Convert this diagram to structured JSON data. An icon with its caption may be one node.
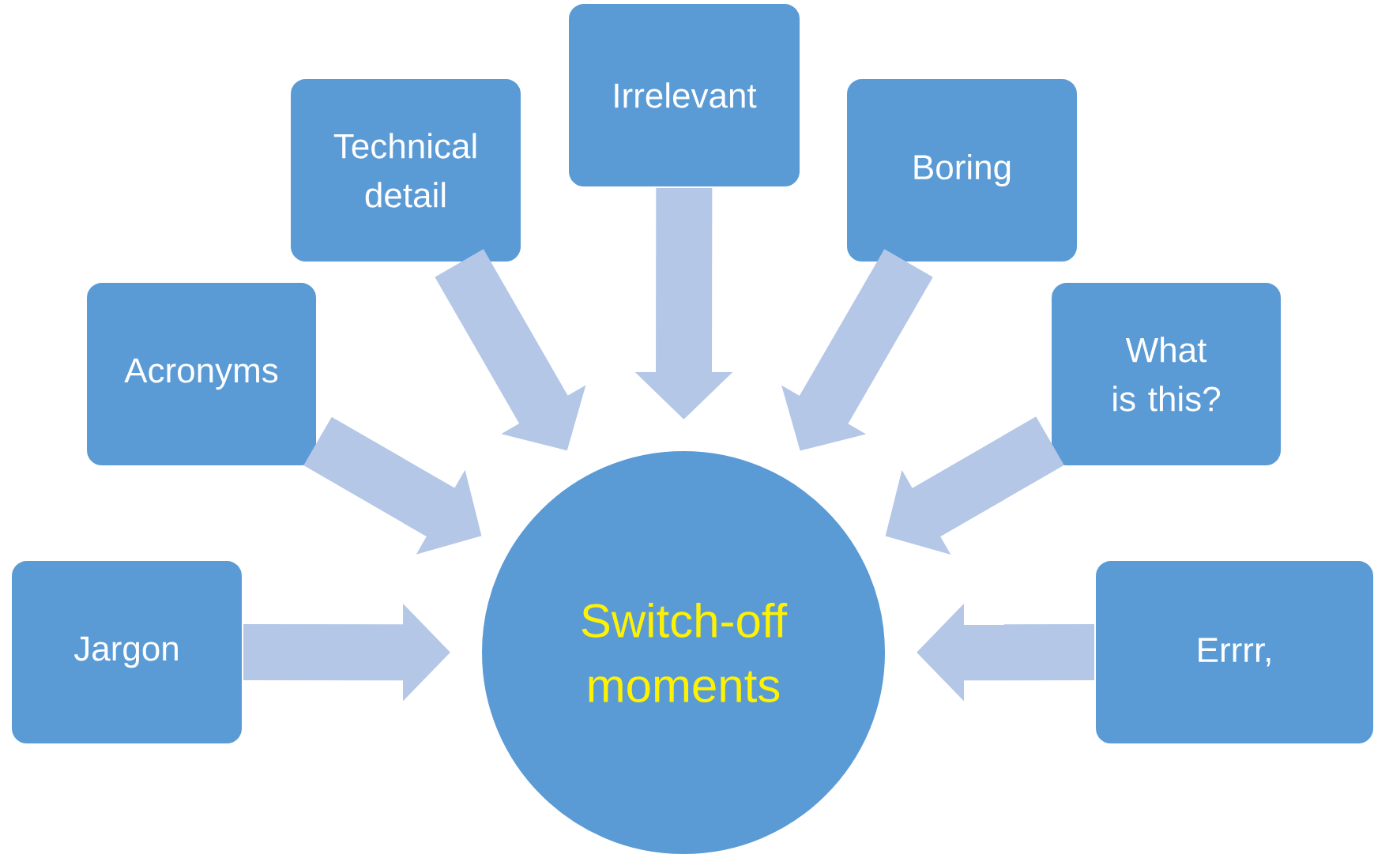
{
  "diagram": {
    "nodes": [
      {
        "text": [
          "Irrelevant"
        ]
      },
      {
        "text": [
          "Technical detail"
        ]
      },
      {
        "text": [
          "Boring"
        ]
      },
      {
        "text": [
          "Acronyms"
        ]
      },
      {
        "text": [
          "What is this?"
        ]
      },
      {
        "text": [
          "Jargon"
        ]
      },
      {
        "text": [
          "Switch-off moments"
        ]
      },
      {
        "text": [
          "Errrr,"
        ]
      }
    ],
    "edges": [
      {
        "from": 0,
        "to": 6,
        "arrow": "to"
      },
      {
        "from": 1,
        "to": 6,
        "arrow": "to"
      },
      {
        "from": 2,
        "to": 6,
        "arrow": "to"
      },
      {
        "from": 3,
        "to": 6,
        "arrow": "to"
      },
      {
        "from": 4,
        "to": 6,
        "arrow": "to"
      },
      {
        "from": 5,
        "to": 6,
        "arrow": "to"
      },
      {
        "from": 7,
        "to": 6,
        "arrow": "to"
      }
    ]
  }
}
